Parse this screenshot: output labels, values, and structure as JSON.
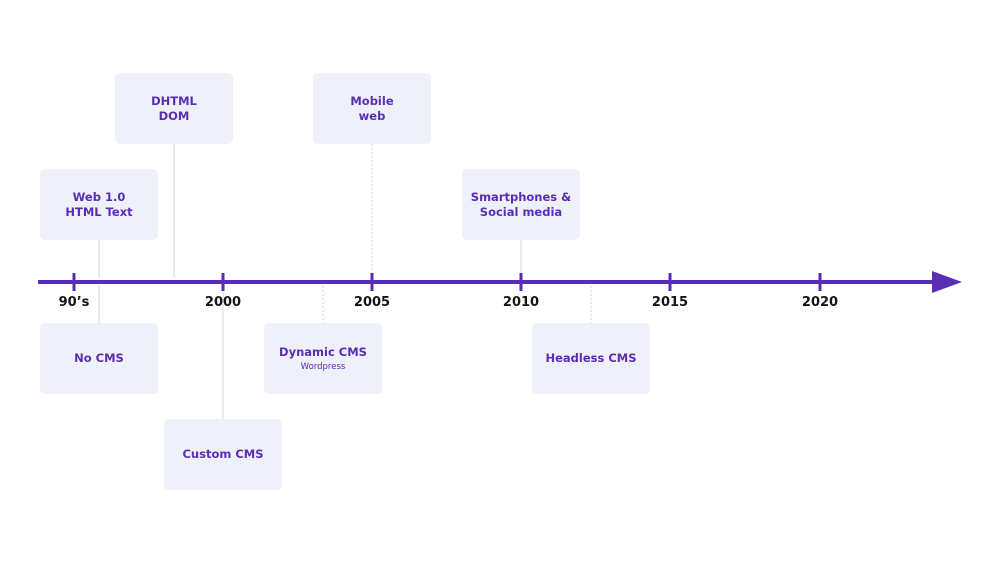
{
  "colors": {
    "axis": "#5A2DB5",
    "card_background": "#EEF0FA",
    "card_text": "#5A2DB5",
    "year_text": "#151515",
    "connector": "#D5D7E4"
  },
  "timeline": {
    "years": [
      "90’s",
      "2000",
      "2005",
      "2010",
      "2015",
      "2020"
    ],
    "events_above": [
      {
        "label": "Web 1.0\nHTML Text"
      },
      {
        "label": "DHTML\nDOM"
      },
      {
        "label": "Mobile\nweb"
      },
      {
        "label": "Smartphones &\nSocial media"
      }
    ],
    "events_below": [
      {
        "label": "No CMS"
      },
      {
        "label": "Custom CMS"
      },
      {
        "label": "Dynamic CMS",
        "sublabel": "Wordpress"
      },
      {
        "label": "Headless CMS"
      }
    ]
  }
}
